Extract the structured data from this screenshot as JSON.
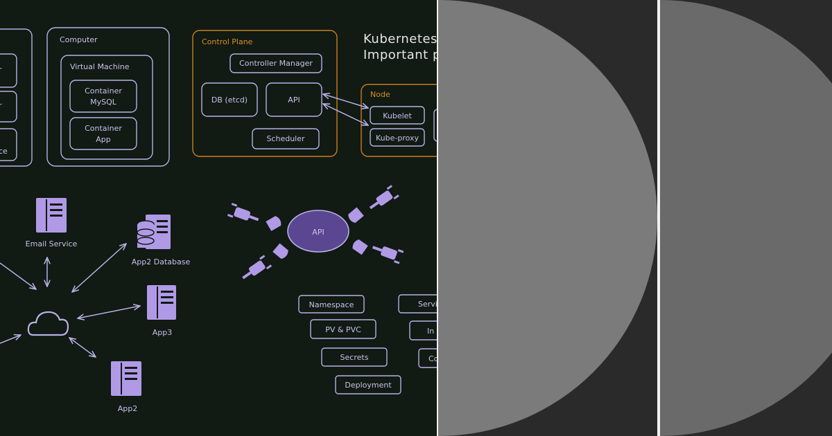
{
  "colors": {
    "board_bg": "#111a13",
    "stroke": "#b9b1e6",
    "orange": "#c97f1c",
    "icon": "#b09ae6",
    "api_fill": "#5b4791",
    "pane_bg": "#2a2a2a",
    "disc_left": "#7b7b7b",
    "disc_right": "#6a6a6a"
  },
  "heading": {
    "line1": "Kubernetes",
    "line2": "Important p"
  },
  "left_stack": {
    "labels": [
      "r",
      "r",
      "ce"
    ]
  },
  "computer": {
    "title": "Computer",
    "vm_title": "Virtual Machine",
    "container1": [
      "Container",
      "MySQL"
    ],
    "container2": [
      "Container",
      "App"
    ]
  },
  "control_plane": {
    "title": "Control Plane",
    "controller_manager": "Controller Manager",
    "db": "DB (etcd)",
    "api": "API",
    "scheduler": "Scheduler"
  },
  "node": {
    "title": "Node",
    "kubelet": "Kubelet",
    "kube_proxy": "Kube-proxy"
  },
  "network": {
    "email_service": "Email Service",
    "app2_database": "App2 Database",
    "app3": "App3",
    "app2": "App2"
  },
  "api_hub": {
    "label": "API"
  },
  "resources": {
    "left": [
      "Namespace",
      "PV & PVC",
      "Secrets",
      "Deployment"
    ],
    "right": [
      "Servi",
      "In",
      "Co"
    ]
  },
  "icons": {
    "server": "server-icon",
    "database": "database-server-icon",
    "cloud": "cloud-icon",
    "plug": "plug-icon",
    "socket": "socket-icon"
  }
}
